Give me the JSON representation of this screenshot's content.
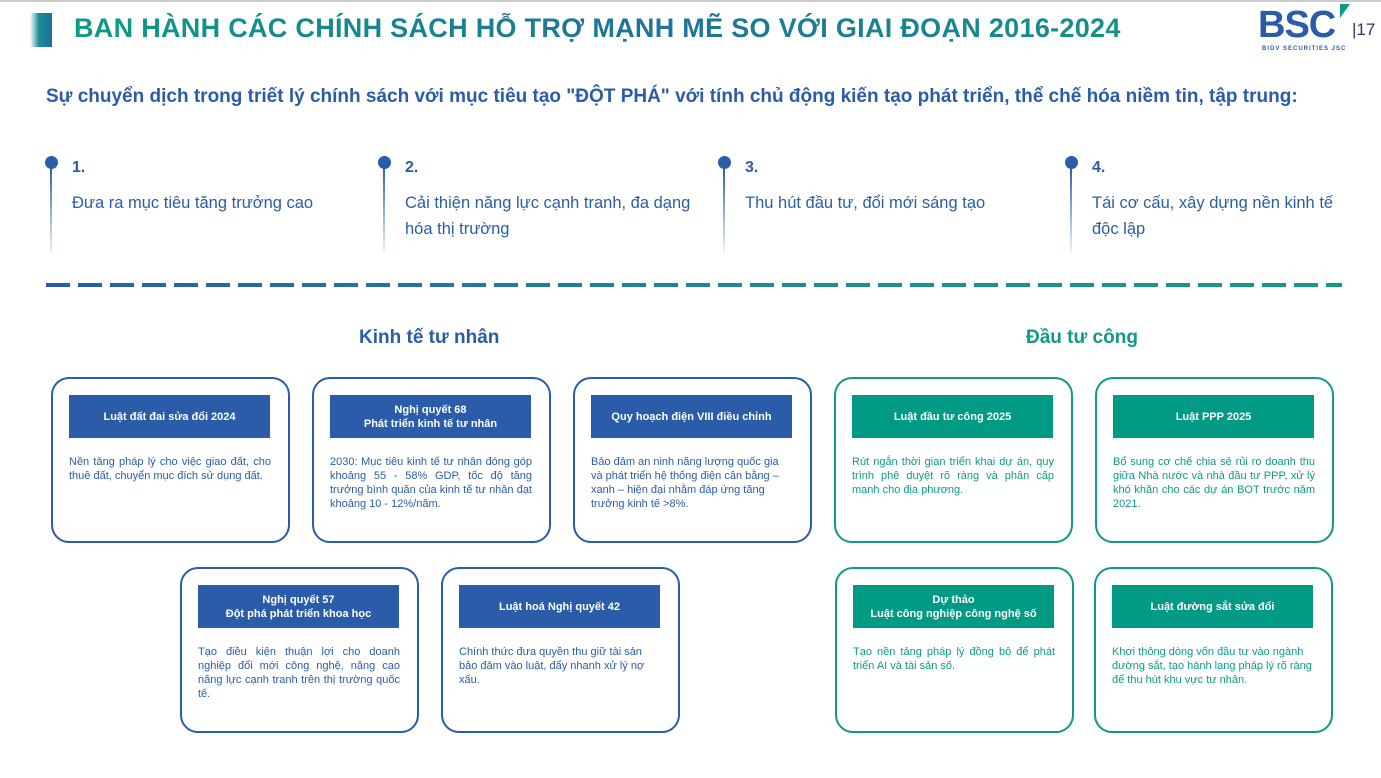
{
  "header": {
    "title": "BAN HÀNH CÁC CHÍNH SÁCH HỖ TRỢ MẠNH MẼ SO VỚI GIAI ĐOẠN 2016-2024",
    "logo": "BSC",
    "logo_sub": "BIDV SECURITIES JSC",
    "page_number": "17"
  },
  "intro": "Sự chuyển dịch trong triết lý chính sách với mục tiêu tạo \"ĐỘT PHÁ\" với tính chủ động kiến tạo phát triển, thể chế hóa niềm tin, tập trung:",
  "steps": [
    {
      "num": "1.",
      "text": "Đưa ra mục tiêu tăng trưởng cao"
    },
    {
      "num": "2.",
      "text": "Cải thiện năng lực cạnh tranh, đa dạng hóa thị trường"
    },
    {
      "num": "3.",
      "text": "Thu hút đầu tư, đổi mới sáng tạo"
    },
    {
      "num": "4.",
      "text": "Tái cơ cấu, xây dựng nền kinh tế độc lập"
    }
  ],
  "sections": {
    "private": "Kinh tế tư nhân",
    "public": "Đầu tư công"
  },
  "colors": {
    "blue": "#2a5caa",
    "teal": "#009a85"
  },
  "private_cards": [
    {
      "title": "Luật đất đai sửa đổi 2024",
      "body": "Nền tảng pháp lý cho việc giao đất, cho thuê đất, chuyển mục đích sử dụng đất."
    },
    {
      "title": "Nghị quyết 68\nPhát triển kinh tế tư nhân",
      "body": "2030: Mục tiêu kinh tế tư nhân đóng góp khoảng 55 - 58% GDP, tốc độ tăng trưởng bình quân của kinh tế tư nhân đạt khoảng 10 - 12%/năm."
    },
    {
      "title": "Quy hoạch điện VIII điều chỉnh",
      "body": "Bảo đảm an ninh năng lượng quốc gia và phát triển hệ thống điện cân bằng – xanh – hiện đại nhằm đáp ứng tăng trưởng kinh tế >8%."
    },
    {
      "title": "Nghị quyết 57\nĐột phá phát triển khoa học",
      "body": "Tạo điều kiện thuận lợi cho doanh nghiệp đổi mới công nghệ, nâng cao năng lực cạnh tranh trên thị trường quốc tế."
    },
    {
      "title": "Luật hoá Nghị quyết 42",
      "body": "Chính thức đưa quyền thu giữ tài sản bảo đảm vào luật, đẩy nhanh xử lý nợ xấu."
    }
  ],
  "public_cards": [
    {
      "title": "Luật đầu tư công 2025",
      "body": "Rút ngắn thời gian triển khai dự án, quy trình phê duyệt rõ ràng và phân cấp mạnh cho địa phương."
    },
    {
      "title": "Luật PPP 2025",
      "body": "Bổ sung cơ chế chia sẻ rủi ro doanh thu giữa Nhà nước và nhà đầu tư PPP, xử lý khó khăn cho các dự án BOT trước năm 2021."
    },
    {
      "title": "Dự thảo\nLuật công nghiệp công nghệ số",
      "body": "Tạo nền tảng pháp lý đồng bộ để phát triển AI và tài sản số."
    },
    {
      "title": "Luật đường sắt sửa đổi",
      "body": "Khơi thông dòng vốn đầu tư vào ngành đường sắt, tạo hành lang pháp lý rõ ràng để thu hút khu vực tư nhân."
    }
  ]
}
